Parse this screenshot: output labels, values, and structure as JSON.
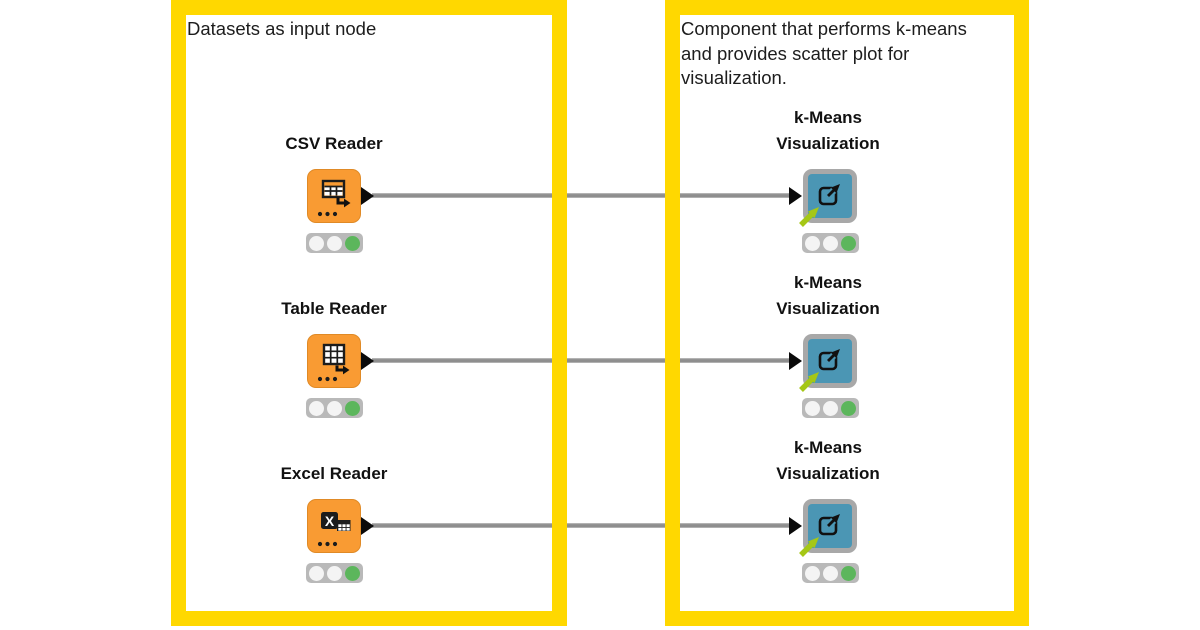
{
  "annotations": {
    "datasets": {
      "title": "Datasets as input node"
    },
    "component": {
      "title": "Component that performs k-means and provides scatter plot for visualization."
    }
  },
  "readers": [
    {
      "label": "CSV Reader",
      "icon": "csv-table-arrow-icon",
      "status_lights": [
        "off",
        "off",
        "green"
      ]
    },
    {
      "label": "Table Reader",
      "icon": "table-grid-arrow-icon",
      "status_lights": [
        "off",
        "off",
        "green"
      ]
    },
    {
      "label": "Excel Reader",
      "icon": "excel-x-table-icon",
      "status_lights": [
        "off",
        "off",
        "green"
      ]
    }
  ],
  "components": [
    {
      "label": "k-Means Visualization",
      "lines": [
        "k-Means",
        "Visualization"
      ],
      "icon": "open-external-icon",
      "link_icon": "shared-component-arrow-icon",
      "status_lights": [
        "off",
        "off",
        "green"
      ]
    },
    {
      "label": "k-Means Visualization",
      "lines": [
        "k-Means",
        "Visualization"
      ],
      "icon": "open-external-icon",
      "link_icon": "shared-component-arrow-icon",
      "status_lights": [
        "off",
        "off",
        "green"
      ]
    },
    {
      "label": "k-Means Visualization",
      "lines": [
        "k-Means",
        "Visualization"
      ],
      "icon": "open-external-icon",
      "link_icon": "shared-component-arrow-icon",
      "status_lights": [
        "off",
        "off",
        "green"
      ]
    }
  ],
  "connections": [
    {
      "from": "CSV Reader",
      "to": "k-Means Visualization"
    },
    {
      "from": "Table Reader",
      "to": "k-Means Visualization"
    },
    {
      "from": "Excel Reader",
      "to": "k-Means Visualization"
    }
  ],
  "colors": {
    "annotation_border": "#FFD800",
    "reader_node": "#F99B33",
    "component_frame": "#A8A8A8",
    "component_fill": "#4B96B4",
    "status_green": "#5CB65C",
    "connection": "#8E8E8E",
    "link_arrow": "#A5C716"
  }
}
